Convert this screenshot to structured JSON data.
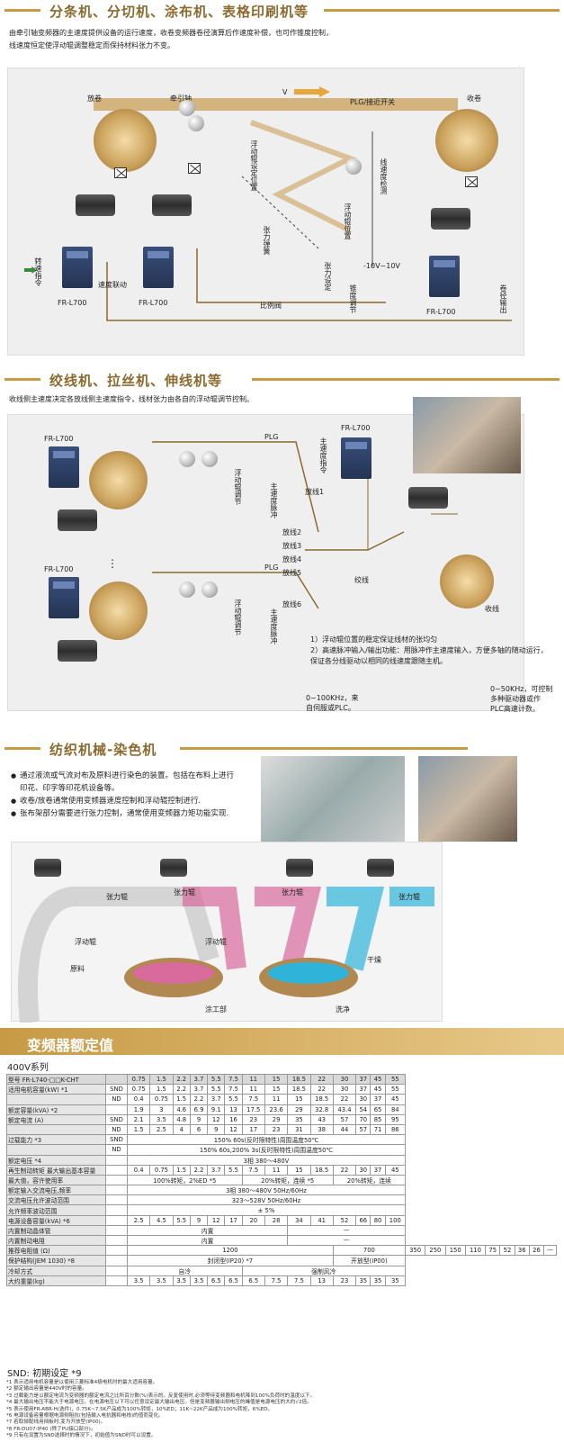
{
  "section1": {
    "title": "分条机、分切机、涂布机、表格印刷机等",
    "desc_lines": [
      "由牵引轴变频器的主速度提供设备的运行速度，收卷变频器卷径演算后作速度补偿，也可作锥度控制，",
      "线速度恒定使浮动辊调整稳定而保持材料张力不变。"
    ],
    "labels": {
      "unwind": "放卷",
      "traction": "牵引轴",
      "v": "V",
      "plg": "PLG/接近开关",
      "rewind": "收卷",
      "dancer_set": "浮动辊设定位置",
      "line_speed": "线速度检测",
      "dancer_pos": "浮动辊位置",
      "tension_spring": "张力弹簧",
      "proportional_valve": "比例阀",
      "speed_cmd": "转速指令",
      "speed_sync": "速度联动",
      "inverter1": "FR-L700",
      "inverter2": "FR-L700",
      "inverter3": "FR-L700",
      "voltage": "-10V~10V",
      "tension_set": "张力设定",
      "tension_adjust": "锥度调节",
      "roll_output": "卷径输出"
    }
  },
  "section2": {
    "title": "绞线机、拉丝机、伸线机等",
    "desc": "收线侧主速度决定各放线侧主速度指令，线材张力由各自的浮动辊调节控制。",
    "labels": {
      "inv_top": "FR-L700",
      "inv_bottom": "FR-L700",
      "inv_right": "FR-L700",
      "plg1": "PLG",
      "plg2": "PLG",
      "main_speed": "主速度指令",
      "dancer_adj1": "浮动辊调节",
      "dancer_adj2": "浮动辊调节",
      "main_pulse1": "主速度脉冲",
      "main_pulse2": "主速度脉冲",
      "wire1": "放线1",
      "wire2": "放线2",
      "wire3": "放线3",
      "wire4": "放线4",
      "wire5": "放线5",
      "wire6": "放线6",
      "stranding": "绞线",
      "take_up": "收线",
      "dots": "⋮"
    },
    "notes": [
      "1）浮动辊位置的稳定保证线材的张均匀",
      "2）高速脉冲输入/输出功能：用脉冲作主速度输入，方便多轴的随动运行，保证各分线驱动以相同的线速度跟随主机。"
    ],
    "pulse_left": "0~100KHz，来自伺服或PLC。",
    "pulse_right": "0~50KHz，可控制多种驱动器或作 PLC高速计数。"
  },
  "section3": {
    "title": "纺织机械-染色机",
    "bullets": [
      "通过液流或气流对布及原料进行染色的装置。包括在布料上进行印花、印字等印花机设备等。",
      "收卷/放卷通常使用变频器速度控制和浮动辊控制进行.",
      "张布架部分需要进行张力控制，通常使用变频器力矩功能实现."
    ],
    "labels": {
      "dancer1": "浮动辊",
      "tension1": "张力辊",
      "tension2": "张力辊",
      "tension3": "张力辊",
      "dancer2": "浮动辊",
      "tension4": "张力辊",
      "raw": "原料",
      "wash_dye": "涂工部",
      "wash": "洗净",
      "dry": "干燥"
    }
  },
  "section4": {
    "title": "变频器额定值",
    "series": "400V系列",
    "table_rows": [
      [
        "型号 FR-L740-□□K-CHT",
        "",
        "0.75",
        "1.5",
        "2.2",
        "3.7",
        "5.5",
        "7.5",
        "11",
        "15",
        "18.5",
        "22",
        "30",
        "37",
        "45",
        "55"
      ],
      [
        "适用电机容量(kW) *1",
        "SND",
        "0.75",
        "1.5",
        "2.2",
        "3.7",
        "5.5",
        "7.5",
        "11",
        "15",
        "18.5",
        "22",
        "30",
        "37",
        "45",
        "55"
      ],
      [
        "",
        "ND",
        "0.4",
        "0.75",
        "1.5",
        "2.2",
        "3.7",
        "5.5",
        "7.5",
        "11",
        "15",
        "18.5",
        "22",
        "30",
        "37",
        "45"
      ],
      [
        "额定容量(kVA) *2",
        "",
        "1.9",
        "3",
        "4.6",
        "6.9",
        "9.1",
        "13",
        "17.5",
        "23.6",
        "29",
        "32.8",
        "43.4",
        "54",
        "65",
        "84"
      ],
      [
        "额定电流 (A)",
        "SND",
        "2.1",
        "3.5",
        "4.8",
        "9",
        "12",
        "16",
        "23",
        "29",
        "35",
        "43",
        "57",
        "70",
        "85",
        "95"
      ],
      [
        "",
        "ND",
        "1.5",
        "2.5",
        "4",
        "6",
        "9",
        "12",
        "17",
        "23",
        "31",
        "38",
        "44",
        "57",
        "71",
        "86"
      ],
      [
        "过载能力 *3",
        "SND",
        "150% 60s(反时限特性)周围温度50℃"
      ],
      [
        "",
        "ND",
        "150% 60s,200% 3s(反时限特性)周围温度50℃"
      ],
      [
        "额定电压 *4",
        "",
        "3相 380～480V"
      ],
      [
        "再生制动转矩 最大输出基本容量",
        "",
        "0.4",
        "0.75",
        "1.5",
        "2.2",
        "3.7",
        "5.5",
        "7.5",
        "11",
        "15",
        "18.5",
        "22",
        "30",
        "37",
        "45"
      ],
      [
        "最大值，容许使用率",
        "",
        "100%转矩，2%ED *5",
        "20%转矩，连续 *5",
        "20%转矩，连续"
      ],
      [
        "额定输入交流电压,频率",
        "",
        "3相 380～480V 50Hz/60Hz"
      ],
      [
        "交流电压允许波动范围",
        "",
        "323～528V 50Hz/60Hz"
      ],
      [
        "允许频率波动范围",
        "",
        "± 5%"
      ],
      [
        "电源设备容量(kVA) *6",
        "",
        "2.5",
        "4.5",
        "5.5",
        "9",
        "12",
        "17",
        "20",
        "28",
        "34",
        "41",
        "52",
        "66",
        "80",
        "100"
      ],
      [
        "内置制动晶体管",
        "",
        "内置",
        "—"
      ],
      [
        "内置制动电阻",
        "",
        "内置",
        "—"
      ],
      [
        "推荐电阻值 (Ω)",
        "",
        "1200",
        "700",
        "350",
        "250",
        "150",
        "110",
        "75",
        "52",
        "36",
        "26",
        "—"
      ],
      [
        "保护结构(JEM 1030) *8",
        "",
        "封闭型(IP20) *7",
        "开放型(IP00)"
      ],
      [
        "冷却方式",
        "",
        "自冷",
        "强制风冷"
      ],
      [
        "大约重量(kg)",
        "",
        "3.5",
        "3.5",
        "3.5",
        "3.5",
        "6.5",
        "6.5",
        "6.5",
        "7.5",
        "7.5",
        "13",
        "23",
        "35",
        "35",
        "35"
      ]
    ],
    "snd_title": "SND: 初期设定 *9",
    "footnotes": [
      "*1 表示适用电机容量是以使用三菱标准4极电机时的最大适用容量。",
      "*2 额定输出容量是440V时的容量。",
      "*3 过载能力是以额定电流为变频器的额定电流之比所百分数(%)表示的。反复使用时,必须等待变频器和电机降到100%负荷时的温度以下。",
      "*4 最大输出电压不能大于电源电压。在电源电压以下可以任意设定最大输出电压。但是变频器输出侧电压的峰值是电源电压的大约√2倍。",
      "*5 表示使用FR-ABR-H(选件)，0.75K~7.5K产品成为100%转矩，10%ED；11K~22K产品成为100%转矩，6%ED。",
      "*6 电源设备容量根据电源侧阻抗(包括输入电抗器和电线)的值而变化。",
      "*7 若取掉配线用挡板时,变为开放型(IP00)。",
      "*8 FR-DU07:IP40 (除了PU接口部分)。",
      "*9 只有在设置为SND选择时的情况下，初始值为SND时可以设置。"
    ]
  }
}
